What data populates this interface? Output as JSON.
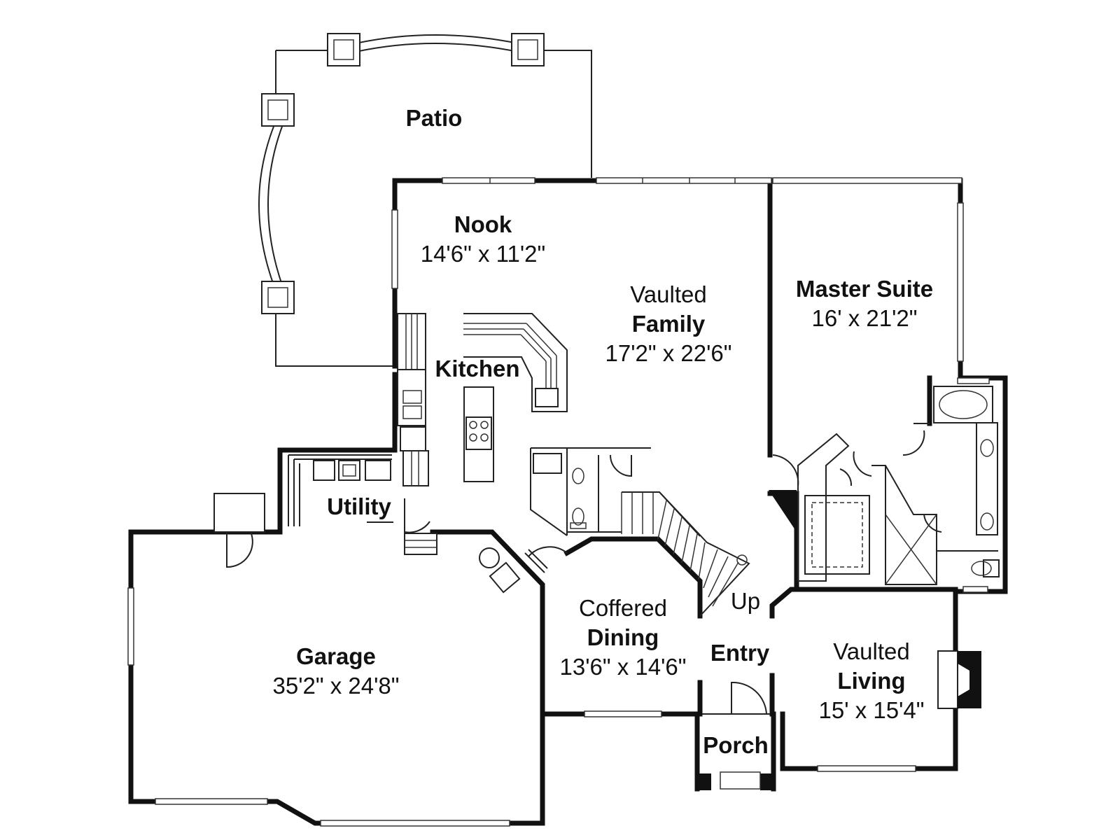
{
  "rooms": {
    "patio": {
      "name": "Patio"
    },
    "nook": {
      "name": "Nook",
      "size": "14'6\" x 11'2\""
    },
    "family": {
      "prefix": "Vaulted",
      "name": "Family",
      "size": "17'2\" x 22'6\""
    },
    "master": {
      "name": "Master Suite",
      "size": "16' x 21'2\""
    },
    "kitchen": {
      "name": "Kitchen"
    },
    "utility": {
      "name": "Utility"
    },
    "garage": {
      "name": "Garage",
      "size": "35'2\" x 24'8\""
    },
    "dining": {
      "prefix": "Coffered",
      "name": "Dining",
      "size": "13'6\" x 14'6\""
    },
    "entry": {
      "name": "Entry"
    },
    "living": {
      "prefix": "Vaulted",
      "name": "Living",
      "size": "15' x 15'4\""
    },
    "porch": {
      "name": "Porch"
    }
  },
  "stairs": {
    "label": "Up"
  }
}
